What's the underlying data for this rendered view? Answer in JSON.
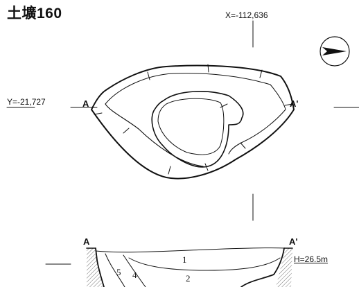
{
  "title": "土壙160",
  "coords": {
    "x": "X=-112,636",
    "y": "Y=-21,727"
  },
  "plan": {
    "point_a": "A",
    "point_a_prime": "A'"
  },
  "section": {
    "point_a": "A",
    "point_a_prime": "A'",
    "elevation": "H=26.5m",
    "layers": [
      "1",
      "2",
      "4",
      "5"
    ]
  },
  "icons": {
    "north_arrow": "north-arrow-icon"
  }
}
